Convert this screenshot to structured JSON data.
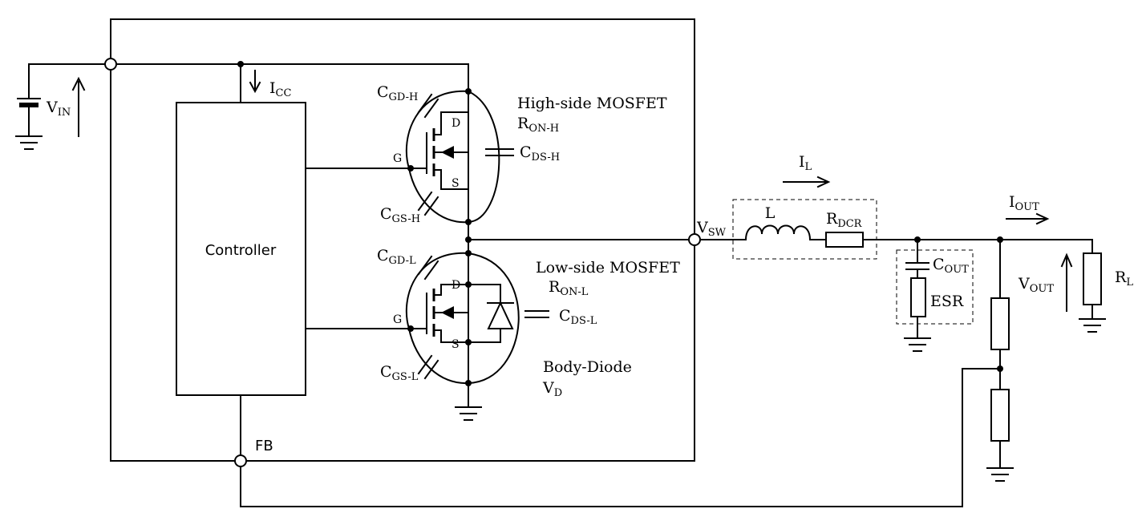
{
  "labels": {
    "vin_main": "V",
    "vin_sub": "IN",
    "icc_main": "I",
    "icc_sub": "CC",
    "controller": "Controller",
    "cgdh_main": "C",
    "cgdh_sub": "GD-H",
    "cgsh_main": "C",
    "cgsh_sub": "GS-H",
    "cdsh_main": "C",
    "cdsh_sub": "DS-H",
    "gate_h": "G",
    "drain_h": "D",
    "source_h": "S",
    "hs_title": "High-side MOSFET",
    "ronh_main": "R",
    "ronh_sub": "ON-H",
    "cgdl_main": "C",
    "cgdl_sub": "GD-L",
    "cgsl_main": "C",
    "cgsl_sub": "GS-L",
    "cdsl_main": "C",
    "cdsl_sub": "DS-L",
    "gate_l": "G",
    "drain_l": "D",
    "source_l": "S",
    "ls_title": "Low-side MOSFET",
    "ronl_main": "R",
    "ronl_sub": "ON-L",
    "body_diode": "Body-Diode",
    "vd_main": "V",
    "vd_sub": "D",
    "vsw_main": "V",
    "vsw_sub": "SW",
    "il_main": "I",
    "il_sub": "L",
    "inductor": "L",
    "rdcr_main": "R",
    "rdcr_sub": "DCR",
    "cout_main": "C",
    "cout_sub": "OUT",
    "esr": "ESR",
    "iout_main": "I",
    "iout_sub": "OUT",
    "vout_main": "V",
    "vout_sub": "OUT",
    "rl_main": "R",
    "rl_sub": "L",
    "fb": "FB"
  }
}
